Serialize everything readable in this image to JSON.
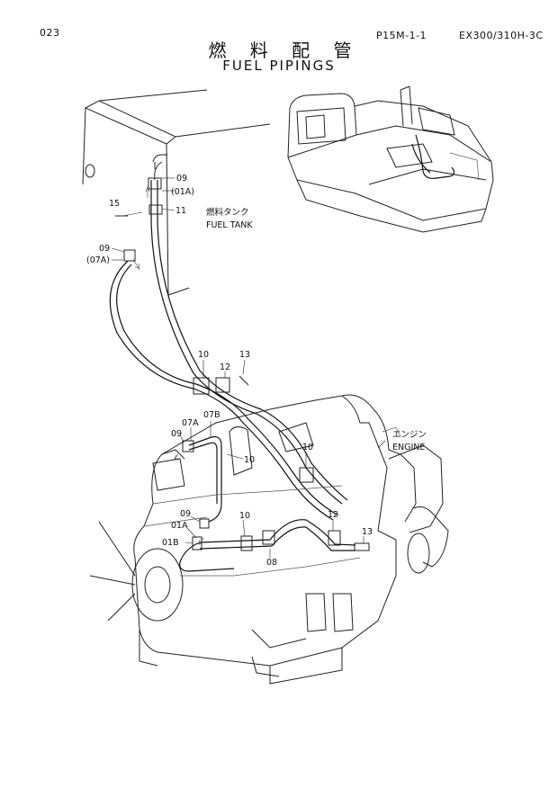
{
  "header": {
    "page_number": "023",
    "section_code": "P15M-1-1",
    "model": "EX300/310H-3C",
    "title_jp": "燃 料 配 管",
    "title_en": "FUEL PIPINGS"
  },
  "labels": {
    "fuel_tank_jp": "燃料タンク",
    "fuel_tank_en": "FUEL TANK",
    "engine_jp": "エンジン",
    "engine_en": "ENGINE"
  },
  "callouts": [
    {
      "id": "c09a",
      "text": "09"
    },
    {
      "id": "c01a_top",
      "text": "(01A)"
    },
    {
      "id": "c15",
      "text": "15"
    },
    {
      "id": "c11",
      "text": "11"
    },
    {
      "id": "c09b",
      "text": "09"
    },
    {
      "id": "c07a_top",
      "text": "(07A)"
    },
    {
      "id": "c10a",
      "text": "10"
    },
    {
      "id": "c12a",
      "text": "12"
    },
    {
      "id": "c13a",
      "text": "13"
    },
    {
      "id": "c09c",
      "text": "09"
    },
    {
      "id": "c07a",
      "text": "07A"
    },
    {
      "id": "c07b",
      "text": "07B"
    },
    {
      "id": "c10b",
      "text": "10"
    },
    {
      "id": "c10c",
      "text": "10"
    },
    {
      "id": "c09d",
      "text": "09"
    },
    {
      "id": "c01a",
      "text": "01A"
    },
    {
      "id": "c01b",
      "text": "01B"
    },
    {
      "id": "c10d",
      "text": "10"
    },
    {
      "id": "c12b",
      "text": "12"
    },
    {
      "id": "c08",
      "text": "08"
    },
    {
      "id": "c13b",
      "text": "13"
    }
  ]
}
